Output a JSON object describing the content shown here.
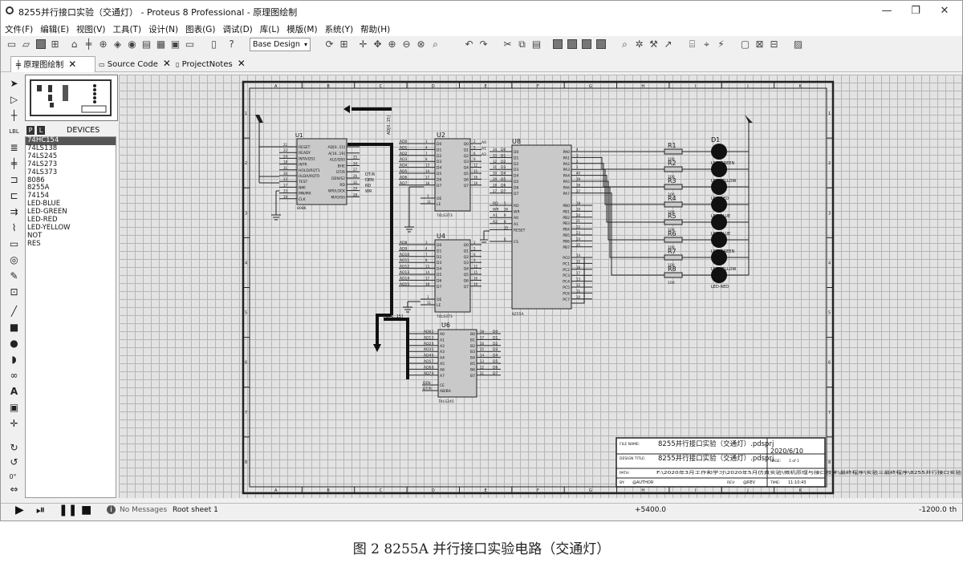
{
  "window": {
    "title": "8255并行接口实验（交通灯） - Proteus 8 Professional - 原理图绘制",
    "controls": [
      "—",
      "❐",
      "✕"
    ]
  },
  "menu": [
    "文件(F)",
    "编辑(E)",
    "视图(V)",
    "工具(T)",
    "设计(N)",
    "图表(G)",
    "调试(D)",
    "库(L)",
    "模版(M)",
    "系统(Y)",
    "帮助(H)"
  ],
  "toolbar": {
    "design_select": "Base Design"
  },
  "tabs": [
    {
      "label": "原理图绘制",
      "active": true
    },
    {
      "label": "Source Code",
      "active": false
    },
    {
      "label": "ProjectNotes",
      "active": false
    }
  ],
  "sidebar": {
    "devices_header": "DEVICES",
    "picker_p": "P",
    "picker_l": "L",
    "devices": [
      "74HC154",
      "74LS138",
      "74LS245",
      "74LS273",
      "74LS373",
      "8086",
      "8255A",
      "74154",
      "LED-BLUE",
      "LED-GREEN",
      "LED-RED",
      "LED-YELLOW",
      "NOT",
      "RES"
    ],
    "selected_device": "74HC154",
    "rotation_value": "0°"
  },
  "schematic": {
    "col_labels": [
      "A",
      "B",
      "C",
      "D",
      "E",
      "F",
      "G",
      "H",
      "I",
      "J",
      "K"
    ],
    "row_labels": [
      "1",
      "2",
      "3",
      "4",
      "5",
      "6",
      "7",
      "8"
    ],
    "u1": {
      "ref": "U1",
      "part": "8086",
      "left_pins": [
        "RESET",
        "READY",
        "INTA/QS1",
        "INTR",
        "HOLD/RQT1",
        "HLDA/RQT0",
        "TEST",
        "NMI",
        "MN/MX",
        "CLK"
      ],
      "left_nums": [
        "21",
        "22",
        "24",
        "18",
        "31",
        "30",
        "23",
        "17",
        "33",
        "19"
      ],
      "right_pins": [
        "AD[0..15]",
        "A[16..19]",
        "ALE/QS0",
        "BHE",
        "DT/R",
        "DEN/S2",
        "RD",
        "WR/LOCK",
        "M/IO/S0"
      ],
      "right_nums": [
        "",
        "",
        "25",
        "34",
        "27",
        "26",
        "32",
        "29",
        "28"
      ],
      "net_labels": [
        "DT/R",
        "DEN",
        "RD",
        "WR"
      ]
    },
    "u2": {
      "ref": "U2",
      "part": "74LS373",
      "in_pins": [
        "D0",
        "D1",
        "D2",
        "D3",
        "D4",
        "D5",
        "D6",
        "D7"
      ],
      "out_pins": [
        "Q0",
        "Q1",
        "Q2",
        "Q3",
        "Q4",
        "Q5",
        "Q6",
        "Q7"
      ],
      "ctrl_pins": [
        "OE",
        "LE"
      ],
      "in_nets": [
        "AD0",
        "AD1",
        "AD2",
        "AD3",
        "AD4",
        "AD5",
        "AD6",
        "AD7"
      ],
      "in_nums": [
        "3",
        "4",
        "7",
        "8",
        "13",
        "14",
        "17",
        "18"
      ],
      "out_nums": [
        "2",
        "5",
        "6",
        "9",
        "12",
        "15",
        "16",
        "19"
      ],
      "ctrl_nums": [
        "1",
        "11"
      ],
      "out_nets": [
        "A0",
        "A1",
        "A2"
      ],
      "bus_label": "AD[0..15]"
    },
    "u4": {
      "ref": "U4",
      "part": "74LS373",
      "in_pins": [
        "D0",
        "D1",
        "D2",
        "D3",
        "D4",
        "D5",
        "D6",
        "D7"
      ],
      "out_pins": [
        "Q0",
        "Q1",
        "Q2",
        "Q3",
        "Q4",
        "Q5",
        "Q6",
        "Q7"
      ],
      "ctrl_pins": [
        "OE",
        "LE"
      ],
      "in_nets": [
        "AD8",
        "AD9",
        "AD10",
        "AD11",
        "AD12",
        "AD13",
        "AD14",
        "AD15"
      ],
      "in_nums": [
        "3",
        "4",
        "7",
        "8",
        "13",
        "14",
        "17",
        "18"
      ],
      "out_nums": [
        "2",
        "5",
        "6",
        "9",
        "12",
        "15",
        "16",
        "19"
      ],
      "ctrl_nums": [
        "1",
        "11"
      ]
    },
    "u6": {
      "ref": "U6",
      "part": "74LS245",
      "a_pins": [
        "A0",
        "A1",
        "A2",
        "A3",
        "A4",
        "A5",
        "A6",
        "A7"
      ],
      "b_pins": [
        "B0",
        "B1",
        "B2",
        "B3",
        "B4",
        "B5",
        "B6",
        "B7"
      ],
      "ctrl_pins": [
        "CE",
        "AB/BA"
      ],
      "a_nets": [
        "AD0",
        "AD1",
        "AD2",
        "AD3",
        "AD4",
        "AD5",
        "AD6",
        "AD7"
      ],
      "a_nums": [
        "2",
        "3",
        "4",
        "5",
        "6",
        "7",
        "8",
        "9"
      ],
      "b_nums": [
        "18",
        "17",
        "16",
        "15",
        "14",
        "13",
        "12",
        "11"
      ],
      "b_nets": [
        "D0",
        "D1",
        "D2",
        "D3",
        "D4",
        "D5",
        "D6",
        "D7"
      ],
      "ctrl_nets": [
        "DEN",
        "DT/R"
      ],
      "bus_label": "AD[0..15]"
    },
    "u8": {
      "ref": "U8",
      "part": "8255A",
      "d_pins": [
        "D0",
        "D1",
        "D2",
        "D3",
        "D4",
        "D5",
        "D6",
        "D7"
      ],
      "d_nets": [
        "D0",
        "D1",
        "D2",
        "D3",
        "D4",
        "D5",
        "D6",
        "D7"
      ],
      "d_nums": [
        "34",
        "33",
        "32",
        "31",
        "30",
        "29",
        "28",
        "27"
      ],
      "ctrl_pins": [
        "RD",
        "WR",
        "A0",
        "A1",
        "RESET",
        "CS"
      ],
      "ctrl_nets": [
        "RD",
        "WR",
        "A1",
        "A2",
        "",
        ""
      ],
      "ctrl_nums": [
        "5",
        "36",
        "9",
        "8",
        "35",
        "6"
      ],
      "pa_pins": [
        "PA0",
        "PA1",
        "PA2",
        "PA3",
        "PA4",
        "PA5",
        "PA6",
        "PA7"
      ],
      "pa_nums": [
        "4",
        "3",
        "2",
        "1",
        "40",
        "39",
        "38",
        "37"
      ],
      "pb_pins": [
        "PB0",
        "PB1",
        "PB2",
        "PB3",
        "PB4",
        "PB5",
        "PB6",
        "PB7"
      ],
      "pb_nums": [
        "18",
        "19",
        "20",
        "21",
        "22",
        "23",
        "24",
        "25"
      ],
      "pc_pins": [
        "PC0",
        "PC1",
        "PC2",
        "PC3",
        "PC4",
        "PC5",
        "PC6",
        "PC7"
      ],
      "pc_nums": [
        "14",
        "15",
        "16",
        "17",
        "13",
        "12",
        "11",
        "10"
      ]
    },
    "resistors": [
      {
        "ref": "R1",
        "value": "100"
      },
      {
        "ref": "R2",
        "value": "100"
      },
      {
        "ref": "R3",
        "value": "100"
      },
      {
        "ref": "R4",
        "value": "100"
      },
      {
        "ref": "R5",
        "value": "100"
      },
      {
        "ref": "R6",
        "value": "100"
      },
      {
        "ref": "R7",
        "value": "100"
      },
      {
        "ref": "R8",
        "value": "100"
      }
    ],
    "leds": [
      {
        "ref": "D1",
        "part": "LED-GREEN"
      },
      {
        "ref": "",
        "part": "LED-YELLOW"
      },
      {
        "ref": "",
        "part": "LED-RED"
      },
      {
        "ref": "",
        "part": "LED-BLUE"
      },
      {
        "ref": "",
        "part": "LED-BLUE"
      },
      {
        "ref": "",
        "part": "LED-GREEN"
      },
      {
        "ref": "",
        "part": "LED-YELLOW"
      },
      {
        "ref": "",
        "part": "LED-RED"
      }
    ],
    "title_block": {
      "file_name_label": "FILE NAME:",
      "file_name": "8255并行接口实验（交通灯）.pdsprj",
      "design_title_label": "DESIGN TITLE:",
      "design_title": "8255并行接口实验（交通灯）.pdsprj",
      "path_label": "PATH:",
      "path": "F:\\2020年3月工作和学习\\2020年5月仿真实验\\微机原理与接口技术\\最终程序\\实验三最终程序\\8255并行接口实验",
      "by_label": "BY:",
      "by": "@AUTHOR",
      "rev_label": "REV:",
      "rev": "@REV",
      "date": "2020/6/10",
      "page_label": "PAGE:",
      "page": "1 of 1",
      "time_label": "TIME:",
      "time": "11:10:43"
    }
  },
  "status": {
    "messages": "No Messages",
    "sheet": "Root sheet 1",
    "coord_x": "+5400.0",
    "coord_y": "-1200.0",
    "unit": "th"
  },
  "caption": "图 2   8255A 并行接口实验电路（交通灯）"
}
